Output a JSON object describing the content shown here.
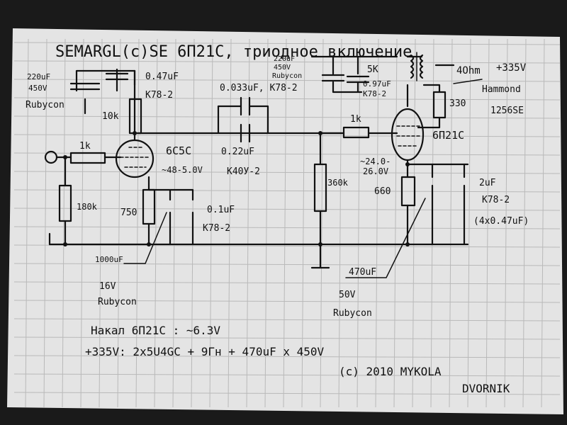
{
  "title": "SEMARGL(c)SE 6П21С, триодное включение",
  "labels": {
    "c_top_left": "220uF",
    "c_top_left_v": "450V",
    "c_top_left_brand": "Rubycon",
    "r_10k": "10k",
    "c_047": "0.47uF",
    "c_047_type": "K78-2",
    "c_top_mid": "220uF",
    "c_top_mid_v": "450V",
    "c_top_mid_brand": "Rubycon",
    "r_5k": "5K",
    "c_097": "0.97uF",
    "c_097_type": "K78-2",
    "ohm4": "4Ohm",
    "v335_top": "+335V",
    "hammond": "Hammond",
    "hammond_model": "1256SE",
    "r_330": "330",
    "c_0033": "0.033uF, K78-2",
    "r_1k_in": "1k",
    "tube1": "6C5C",
    "tube1_bias": "~48-5.0V",
    "c_022": "0.22uF",
    "c_022_type": "K40У-2",
    "r_1k_g": "1k",
    "tube2": "6П21С",
    "tube2_bias_a": "~24.0-",
    "tube2_bias_b": "26.0V",
    "c_2u": "2uF",
    "c_2u_type": "K78-2",
    "c_2u_note": "(4x0.47uF)",
    "r_180k": "180k",
    "r_750": "750",
    "c_01": "0.1uF",
    "c_01_type": "K78-2",
    "r_360k": "360k",
    "r_660": "660",
    "c_1000": "1000uF",
    "c_1000_v": "16V",
    "c_1000_brand": "Rubycon",
    "c_470": "470uF",
    "c_470_v": "50V",
    "c_470_brand": "Rubycon",
    "note1": "Накал 6П21С : ~6.3V",
    "note2": "+335V: 2x5U4GC + 9Гн + 470uF x 450V",
    "copyright": "(c) 2010 MYKOLA",
    "author2": "DVORNIK"
  }
}
